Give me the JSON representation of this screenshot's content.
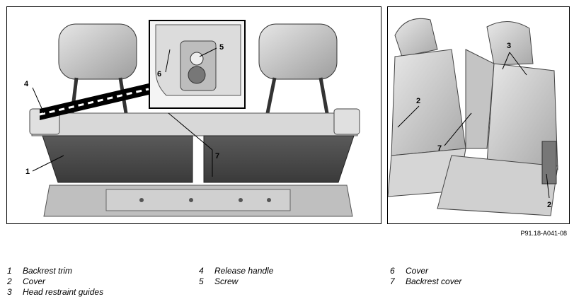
{
  "reference_code": "P91.18-A041-08",
  "callouts_left": [
    "4",
    "1",
    "6",
    "5",
    "7"
  ],
  "callouts_right": [
    "2",
    "7",
    "3",
    "2"
  ],
  "legend": [
    {
      "num": "1",
      "label": "Backrest trim"
    },
    {
      "num": "2",
      "label": "Cover"
    },
    {
      "num": "3",
      "label": "Head restraint guides"
    },
    {
      "num": "4",
      "label": "Release handle"
    },
    {
      "num": "5",
      "label": "Screw"
    },
    {
      "num": "6",
      "label": "Cover"
    },
    {
      "num": "7",
      "label": "Backrest cover"
    }
  ],
  "colors": {
    "trim": "#4a4a4a",
    "seat": "#c8c8c8",
    "frame": "#9a9a9a"
  }
}
